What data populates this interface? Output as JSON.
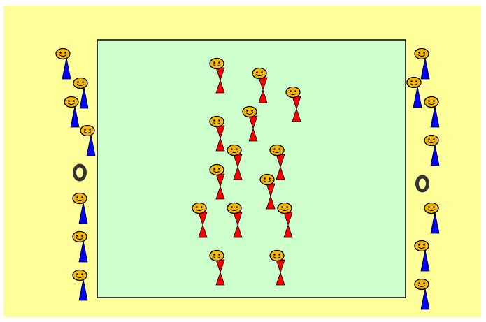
{
  "colors": {
    "background": "#ffff99",
    "field_fill": "#ccffcc",
    "field_border": "#000000",
    "face": "#f5b800",
    "team_blue": "#0000ff",
    "team_red": "#ff0000",
    "ring": "#333333"
  },
  "legend": {
    "figure_types": [
      "blue-player",
      "red-player",
      "ring-marker"
    ]
  }
}
